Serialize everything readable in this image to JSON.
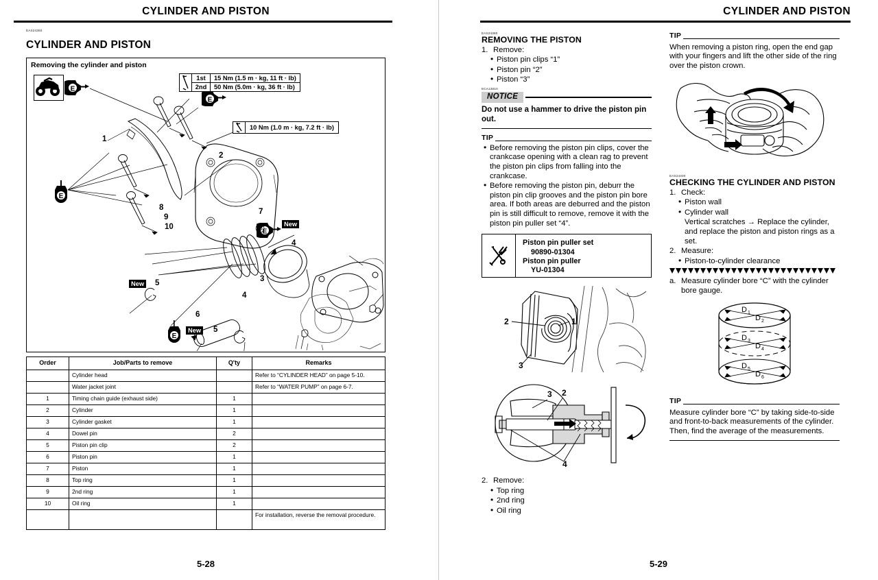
{
  "document": {
    "running_head_left": "CYLINDER AND PISTON",
    "running_head_right": "CYLINDER AND PISTON",
    "page_number_left": "5-28",
    "page_number_right": "5-29"
  },
  "left_page": {
    "eas_code": "EAS24350",
    "section_title": "CYLINDER AND PISTON",
    "exploded_view": {
      "subtitle": "Removing the cylinder and piston",
      "torque_1": {
        "rows": [
          {
            "order": "1st",
            "value": "15 Nm (1.5 m · kg, 11 ft · lb)"
          },
          {
            "order": "2nd",
            "value": "50 Nm (5.0m · kg, 36 ft · lb)"
          }
        ]
      },
      "torque_2": {
        "value": "10 Nm (1.0 m · kg, 7.2 ft · lb)"
      },
      "callouts": [
        "1",
        "2",
        "3",
        "4",
        "4",
        "5",
        "5",
        "6",
        "7",
        "8",
        "9",
        "10"
      ],
      "new_tags": [
        "New",
        "New",
        "New"
      ],
      "oil_symbol": "E"
    },
    "table": {
      "headers": [
        "Order",
        "Job/Parts to remove",
        "Q'ty",
        "Remarks"
      ],
      "rows": [
        {
          "order": "",
          "part": "Cylinder head",
          "qty": "",
          "remarks": "Refer to “CYLINDER HEAD” on page 5-10."
        },
        {
          "order": "",
          "part": "Water jacket joint",
          "qty": "",
          "remarks": "Refer to “WATER PUMP” on page 6-7."
        },
        {
          "order": "1",
          "part": "Timing chain guide (exhaust side)",
          "qty": "1",
          "remarks": ""
        },
        {
          "order": "2",
          "part": "Cylinder",
          "qty": "1",
          "remarks": ""
        },
        {
          "order": "3",
          "part": "Cylinder gasket",
          "qty": "1",
          "remarks": ""
        },
        {
          "order": "4",
          "part": "Dowel pin",
          "qty": "2",
          "remarks": ""
        },
        {
          "order": "5",
          "part": "Piston pin clip",
          "qty": "2",
          "remarks": ""
        },
        {
          "order": "6",
          "part": "Piston pin",
          "qty": "1",
          "remarks": ""
        },
        {
          "order": "7",
          "part": "Piston",
          "qty": "1",
          "remarks": ""
        },
        {
          "order": "8",
          "part": "Top ring",
          "qty": "1",
          "remarks": ""
        },
        {
          "order": "9",
          "part": "2nd ring",
          "qty": "1",
          "remarks": ""
        },
        {
          "order": "10",
          "part": "Oil ring",
          "qty": "1",
          "remarks": ""
        },
        {
          "order": "",
          "part": "",
          "qty": "",
          "remarks": "For installation, reverse the removal procedure."
        }
      ]
    }
  },
  "right_page": {
    "column1": {
      "eas_code": "EAS24380",
      "heading": "REMOVING THE PISTON",
      "step1_num": "1.",
      "step1_label": "Remove:",
      "step1_items": [
        "Piston pin clips “1”",
        "Piston pin “2”",
        "Piston “3”"
      ],
      "notice_eas": "ECA13810",
      "notice_label": "NOTICE",
      "notice_text": "Do not use a hammer to drive the piston pin out.",
      "tip_label": "TIP",
      "tip_items": [
        "Before removing the piston pin clips, cover the crankcase opening with a clean rag to prevent the piston pin clips from falling into the crankcase.",
        "Before removing the piston pin, deburr the piston pin clip grooves and the piston pin bore area. If both areas are deburred and the piston pin is still difficult to remove, remove it with the piston pin puller set “4”."
      ],
      "tool_box": {
        "name1": "Piston pin puller set",
        "pn1": "90890-01304",
        "name2": "Piston pin puller",
        "pn2": "YU-01304"
      },
      "fig_piston_labels": [
        "1",
        "2",
        "3"
      ],
      "fig_puller_labels": [
        "2",
        "3",
        "4"
      ],
      "step2_num": "2.",
      "step2_label": "Remove:",
      "step2_items": [
        "Top ring",
        "2nd ring",
        "Oil ring"
      ]
    },
    "column2": {
      "tip_label_1": "TIP",
      "tip_text_1": "When removing a piston ring, open the end gap with your fingers and lift the other side of the ring over the piston crown.",
      "eas_code": "EAS24400",
      "heading": "CHECKING THE CYLINDER AND PISTON",
      "step1_num": "1.",
      "step1_label": "Check:",
      "step1_items": [
        "Piston wall",
        "Cylinder wall"
      ],
      "step1_detail": "Vertical scratches → Replace the cylinder, and replace the piston and piston rings as a set.",
      "step2_num": "2.",
      "step2_label": "Measure:",
      "step2_items": [
        "Piston-to-cylinder clearance"
      ],
      "sub_a_letter": "a.",
      "sub_a_text": "Measure cylinder bore “C” with the cylinder bore gauge.",
      "bore_labels": [
        "D₁",
        "D₂",
        "D₃",
        "D₄",
        "D₅",
        "D₆"
      ],
      "tip_label_2": "TIP",
      "tip_text_2": "Measure cylinder bore “C” by taking side-to-side and front-to-back measurements of the cylinder. Then, find the average of the measurements."
    }
  }
}
